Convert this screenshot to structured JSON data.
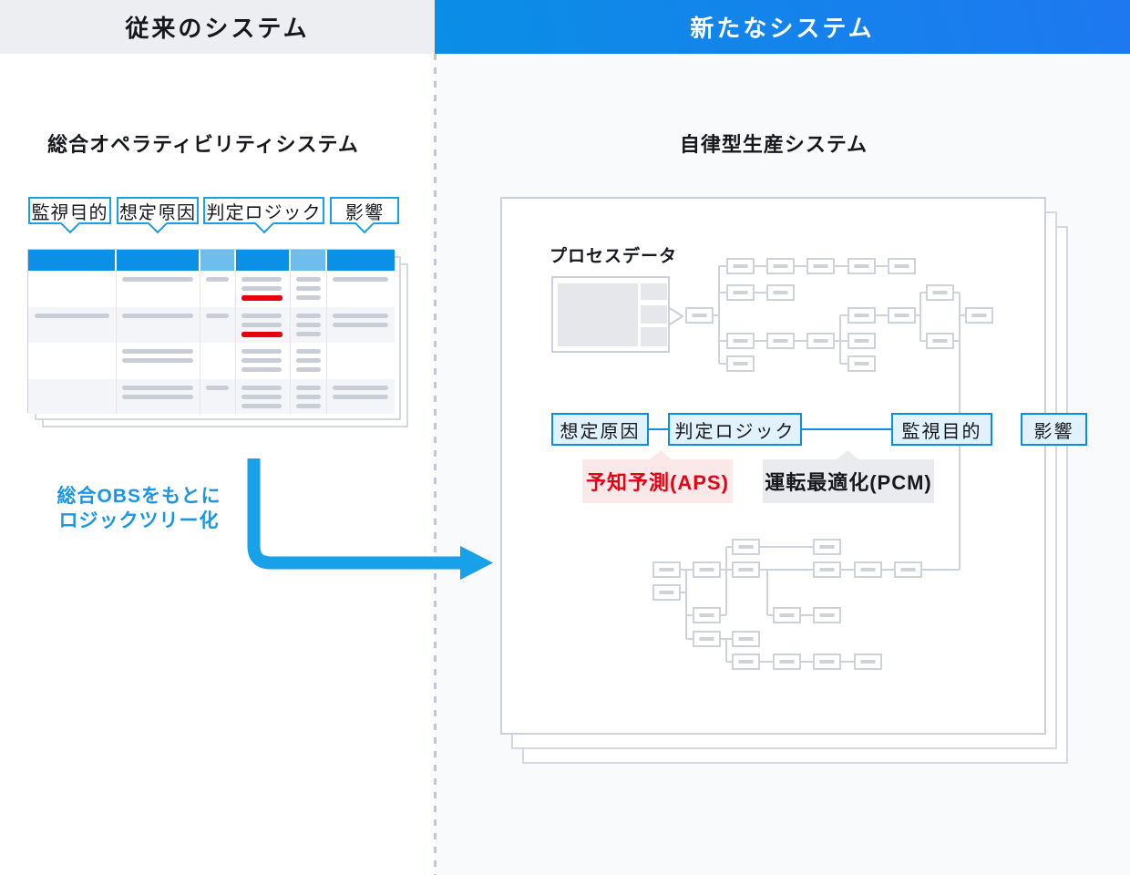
{
  "header": {
    "legacy_title": "従来のシステム",
    "new_title": "新たなシステム"
  },
  "legacy": {
    "system_title": "総合オペラティビリティシステム",
    "callouts": [
      {
        "label": "監視目的"
      },
      {
        "label": "想定原因"
      },
      {
        "label": "判定ロジック"
      },
      {
        "label": "影響"
      }
    ],
    "arrow_caption": [
      "総合OBSをもとに",
      "ロジックツリー化"
    ],
    "table": {
      "header_colors": [
        "dark",
        "dark",
        "light",
        "dark",
        "light",
        "dark"
      ],
      "rows": [
        {
          "cells": [
            [],
            [
              {
                "w": 78
              }
            ],
            [
              {
                "w": 25
              }
            ],
            [
              {
                "w": 44
              },
              {
                "w": 44
              },
              {
                "w": 45,
                "red": true
              }
            ],
            [
              {
                "w": 27
              },
              {
                "w": 27
              },
              {
                "w": 27
              }
            ],
            [
              {
                "w": 61
              }
            ]
          ]
        },
        {
          "cells": [
            [
              {
                "w": 82
              }
            ],
            [
              {
                "w": 78
              }
            ],
            [
              {
                "w": 25
              }
            ],
            [
              {
                "w": 44
              },
              {
                "w": 44
              },
              {
                "w": 45,
                "red": true
              }
            ],
            [
              {
                "w": 27
              },
              {
                "w": 27
              },
              {
                "w": 27
              }
            ],
            [
              {
                "w": 61
              },
              {
                "w": 61
              }
            ]
          ]
        },
        {
          "cells": [
            [],
            [
              {
                "w": 78
              },
              {
                "w": 78
              }
            ],
            [],
            [
              {
                "w": 44
              },
              {
                "w": 44
              },
              {
                "w": 44
              }
            ],
            [
              {
                "w": 27
              },
              {
                "w": 27
              },
              {
                "w": 27
              }
            ],
            []
          ]
        },
        {
          "cells": [
            [],
            [
              {
                "w": 78
              },
              {
                "w": 78
              }
            ],
            [
              {
                "w": 25
              }
            ],
            [
              {
                "w": 44
              },
              {
                "w": 44
              },
              {
                "w": 44
              }
            ],
            [
              {
                "w": 27
              },
              {
                "w": 27
              },
              {
                "w": 27
              }
            ],
            [
              {
                "w": 61
              },
              {
                "w": 61
              }
            ]
          ]
        }
      ]
    }
  },
  "modern": {
    "system_title": "自律型生産システム",
    "process_data_label": "プロセスデータ",
    "nodes": {
      "cause": "想定原因",
      "logic": "判定ロジック",
      "monitor": "監視目的",
      "impact": "影響"
    },
    "aps_label": "予知予測(APS)",
    "pcm_label": "運転最適化(PCM)"
  },
  "colors": {
    "accent_blue": "#18a0e8",
    "label_border_blue": "#0c8de4",
    "table_header_dark": "#0a91e7",
    "table_header_light": "#6fbcee",
    "highlight_red": "#e60012",
    "tree_gray": "#ced3da"
  }
}
